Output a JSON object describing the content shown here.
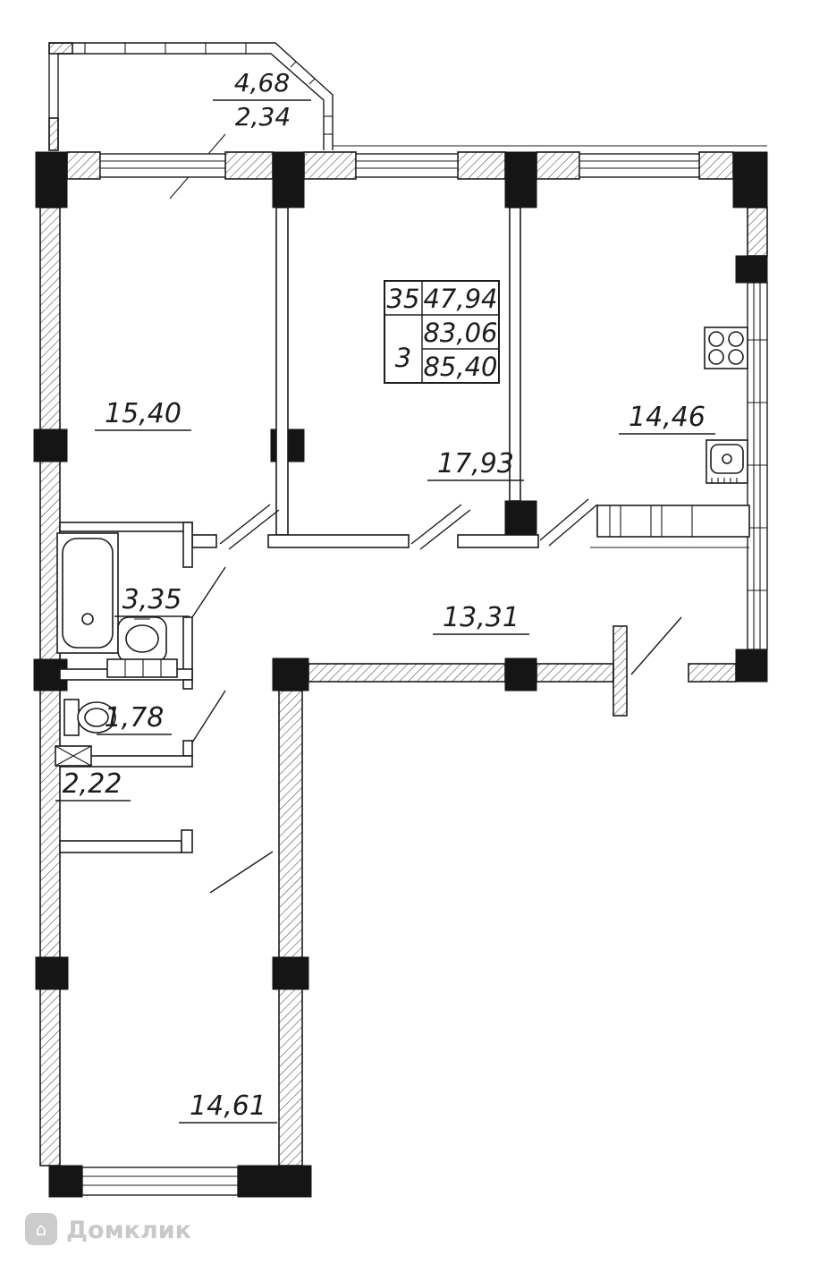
{
  "areas": {
    "balcony_full": "4,68",
    "balcony_reduced": "2,34",
    "room_top_left": "15,40",
    "room_center": "17,93",
    "kitchen": "14,46",
    "bathroom": "3,35",
    "wc": "1,78",
    "corridor": "2,22",
    "hallway": "13,31",
    "room_bottom": "14,61"
  },
  "stamp": {
    "flat_number": "35",
    "rooms_count": "3",
    "living_area": "47,94",
    "area_no_balcony": "83,06",
    "total_area": "85,40"
  },
  "watermark": {
    "brand": "Домклик",
    "logo_glyph": "⌂"
  }
}
